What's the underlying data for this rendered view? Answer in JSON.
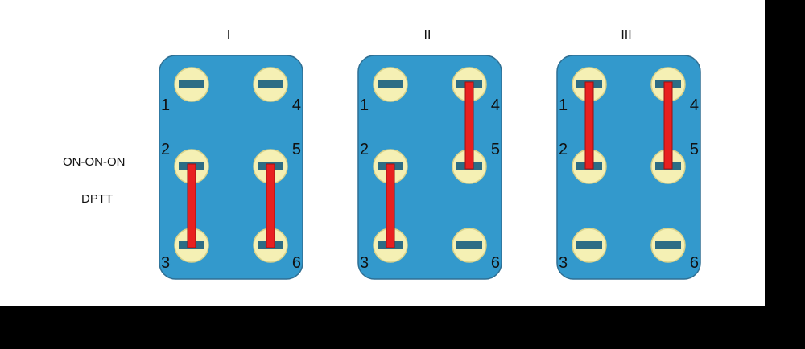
{
  "labels": {
    "switch_type": "ON-ON-ON",
    "config": "DPTT"
  },
  "colors": {
    "body": "#3399cc",
    "body_stroke": "#2f6f93",
    "terminal": "#f5f0b4",
    "terminal_stroke": "#d8d28a",
    "slot": "#2d6d85",
    "jumper": "#e82020",
    "jumper_stroke": "#9b1010"
  },
  "switches": [
    {
      "name": "I",
      "jumpers": [
        [
          "2",
          "3"
        ],
        [
          "5",
          "6"
        ]
      ]
    },
    {
      "name": "II",
      "jumpers": [
        [
          "2",
          "3"
        ],
        [
          "4",
          "5"
        ]
      ]
    },
    {
      "name": "III",
      "jumpers": [
        [
          "1",
          "2"
        ],
        [
          "4",
          "5"
        ]
      ]
    }
  ],
  "terminals": [
    {
      "label": "1"
    },
    {
      "label": "2"
    },
    {
      "label": "3"
    },
    {
      "label": "4"
    },
    {
      "label": "5"
    },
    {
      "label": "6"
    }
  ]
}
